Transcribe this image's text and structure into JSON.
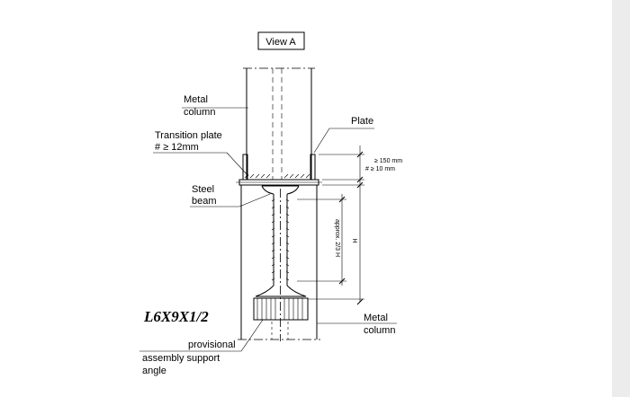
{
  "view_title": "View A",
  "labels": {
    "metal_column_top": [
      "Metal",
      "column"
    ],
    "plate": "Plate",
    "transition_plate": [
      "Transition plate",
      "# ≥ 12mm"
    ],
    "steel_beam": [
      "Steel",
      "beam"
    ],
    "dim_height": "≥ 150 mm",
    "dim_thickness": "# ≥ 10 mm",
    "approx": "approx. 2/3 H",
    "h": "H",
    "section": "L6X9X1/2",
    "metal_column_bottom": [
      "Metal",
      "column"
    ],
    "provisional": [
      "provisional",
      "assembly support",
      "angle"
    ]
  }
}
